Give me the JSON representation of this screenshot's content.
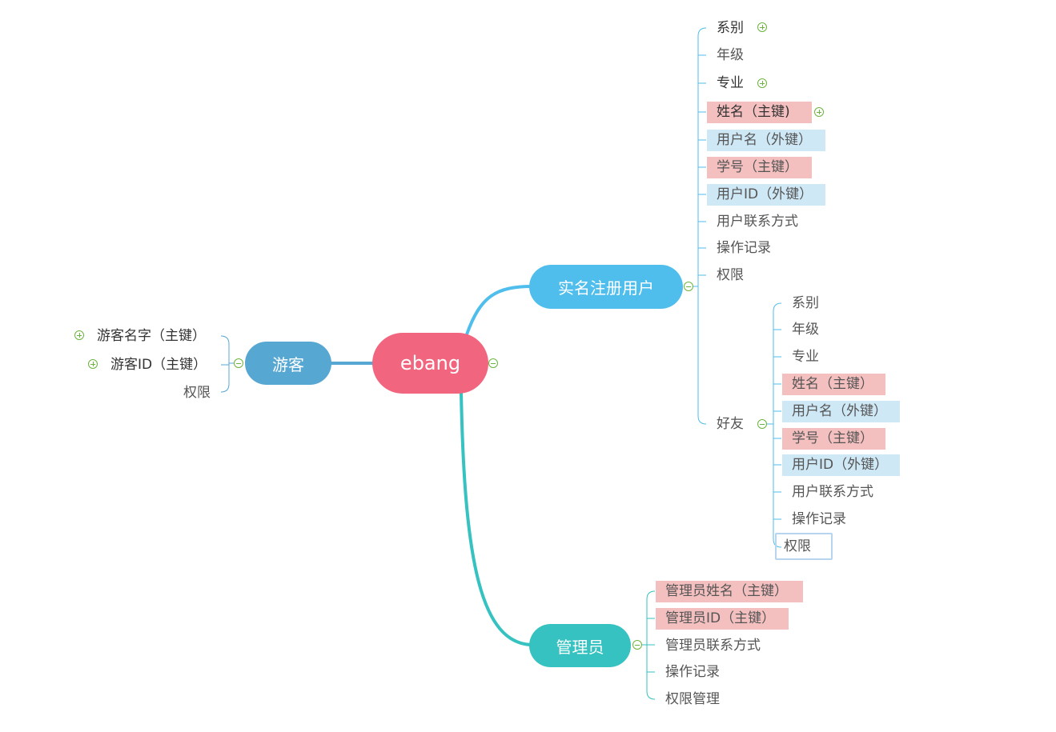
{
  "colors": {
    "root": "#f2657f",
    "registered": "#4fbeec",
    "guest": "#57a7d3",
    "admin": "#35c2c0",
    "primary_key_bg": "#f4bfbf",
    "foreign_key_bg": "#cfe8f6",
    "toggle": "#6db33f"
  },
  "mindmap": {
    "root": "ebang",
    "registered": {
      "label": "实名注册用户",
      "fields": [
        "系别",
        "年级",
        "专业",
        "姓名（主键)",
        "用户名（外键）",
        "学号（主键）",
        "用户ID（外键）",
        "用户联系方式",
        "操作记录",
        "权限"
      ],
      "friends": {
        "label": "好友",
        "fields": [
          "系别",
          "年级",
          "专业",
          "姓名（主键）",
          "用户名（外键）",
          "学号（主键）",
          "用户ID（外键）",
          "用户联系方式",
          "操作记录",
          "权限"
        ]
      }
    },
    "guest": {
      "label": "游客",
      "fields": [
        "游客名字（主键）",
        "游客ID（主键）",
        "权限"
      ]
    },
    "admin": {
      "label": "管理员",
      "fields": [
        "管理员姓名（主键）",
        "管理员ID（主键）",
        "管理员联系方式",
        "操作记录",
        "权限管理"
      ]
    }
  }
}
